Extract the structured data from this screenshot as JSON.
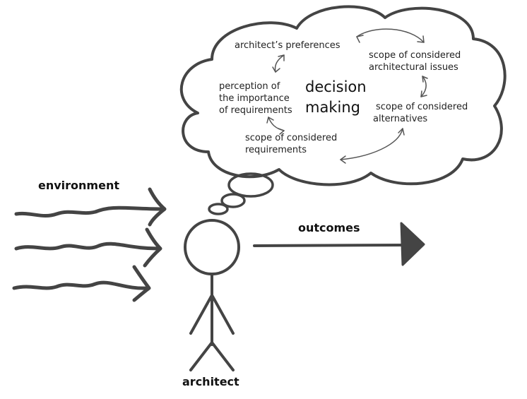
{
  "thought": {
    "center_line1": "decision",
    "center_line2": "making",
    "architects_preferences": "architect’s preferences",
    "scope_issues_line1": "scope of considered",
    "scope_issues_line2": "architectural issues",
    "perception_line1": "perception of",
    "perception_line2": "the importance",
    "perception_line3": "of requirements",
    "scope_alternatives_line1": "scope of considered",
    "scope_alternatives_line2": "alternatives",
    "scope_requirements_line1": "scope of considered",
    "scope_requirements_line2": "requirements"
  },
  "labels": {
    "environment": "environment",
    "outcomes": "outcomes",
    "architect": "architect"
  },
  "colors": {
    "stroke": "#444444",
    "outcome_arrow": "#444444"
  }
}
